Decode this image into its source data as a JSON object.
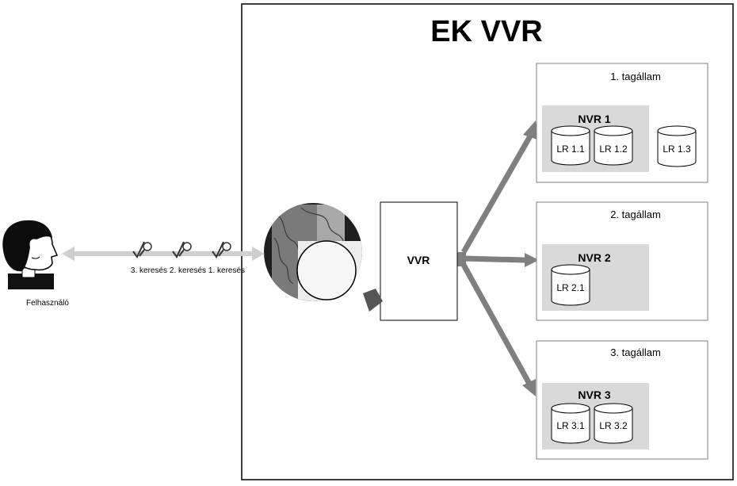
{
  "title": "EK VVR",
  "central_node": "VVR",
  "user": {
    "label": "Felhasználó",
    "icon": "user-avatar-icon"
  },
  "gateway": {
    "icon": "globe-icon"
  },
  "searches": [
    {
      "label": "3. keresés",
      "icon": "search-check-icon"
    },
    {
      "label": "2. keresés",
      "icon": "search-check-icon"
    },
    {
      "label": "1. keresés",
      "icon": "search-check-icon"
    }
  ],
  "member_states": [
    {
      "label": "1. tagállam",
      "nvr": "NVR 1",
      "registries": [
        "LR 1.1",
        "LR 1.2"
      ],
      "outside": [
        "LR 1.3"
      ]
    },
    {
      "label": "2. tagállam",
      "nvr": "NVR 2",
      "registries": [
        "LR 2.1"
      ],
      "outside": []
    },
    {
      "label": "3. tagállam",
      "nvr": "NVR 3",
      "registries": [
        "LR 3.1",
        "LR 3.2"
      ],
      "outside": []
    }
  ],
  "colors": {
    "arrow": "#7f7f7f",
    "panel": "#d9d9d9",
    "user_arrow": "#cfcfcf"
  }
}
